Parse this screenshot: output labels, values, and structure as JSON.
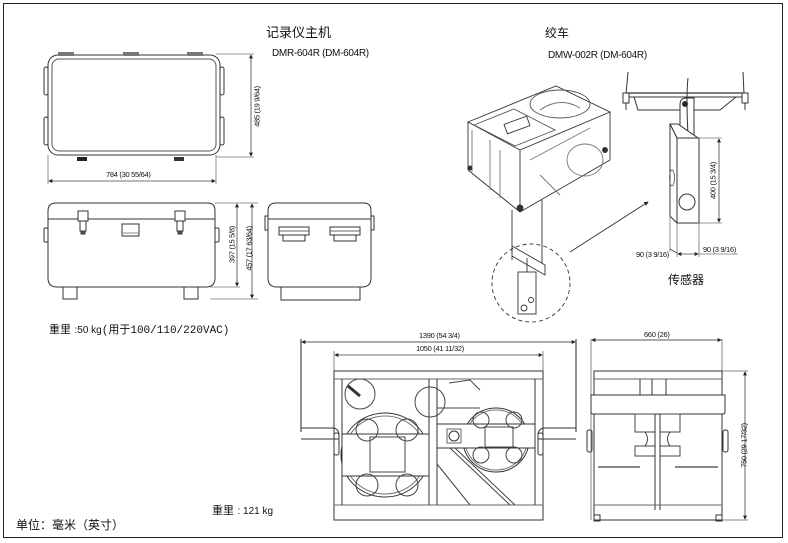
{
  "recorder": {
    "title": "记录仪主机",
    "model": "DMR-604R (DM-604R)",
    "dims": {
      "top_width": "784 (30 55/64)",
      "top_depth": "485 (19 9/64)",
      "body_height": "397 (15 5/8)",
      "total_height": "457 (17 63/64)"
    },
    "weight_label": "重里",
    "weight_value": ":50 kg",
    "weight_note": "(用于100/110/220VAC)"
  },
  "winch": {
    "title": "绞车",
    "model": "DMW-002R (DM-604R)",
    "dims": {
      "overall_length": "1390 (54 3/4)",
      "frame_length": "1050 (41 11/32)",
      "width": "660 (26)",
      "height": "750 (29 17/32)"
    },
    "weight_label": "重里",
    "weight_value": ": 121 kg"
  },
  "sensor": {
    "title": "传感器",
    "dims": {
      "height": "400 (15 3/4)",
      "width": "90 (3 9/16)",
      "depth": "90 (3 9/16)"
    }
  },
  "footer": {
    "units": "单位：毫米（英寸）"
  },
  "colors": {
    "line": "#222222",
    "dim_line": "#555555",
    "background": "#ffffff"
  }
}
